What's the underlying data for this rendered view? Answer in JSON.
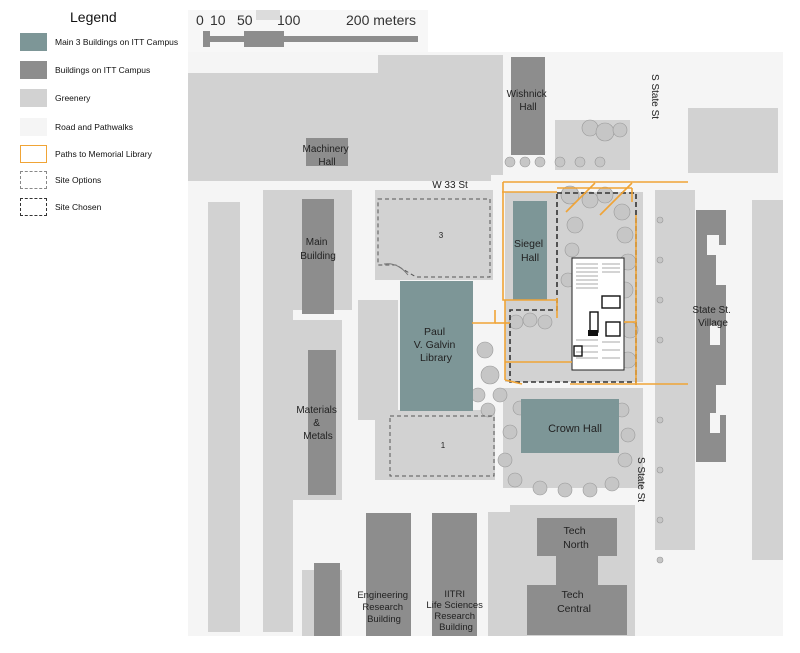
{
  "legend": {
    "title": "Legend",
    "items": [
      {
        "label": "Main 3 Buildings on ITT Campus",
        "swatch": "main"
      },
      {
        "label": "Buildings on ITT Campus",
        "swatch": "building"
      },
      {
        "label": "Greenery",
        "swatch": "greenery"
      },
      {
        "label": "Road and Pathwalks",
        "swatch": "road"
      },
      {
        "label": "Paths to Memorial Library",
        "swatch": "path"
      },
      {
        "label": "Site Options",
        "swatch": "site-options"
      },
      {
        "label": "Site Chosen",
        "swatch": "site-chosen"
      }
    ]
  },
  "scale": {
    "ticks": [
      "0",
      "10",
      "50",
      "100",
      "200 meters"
    ]
  },
  "colors": {
    "main": "#7d9697",
    "building": "#8d8d8d",
    "greenery": "#d2d2d2",
    "road": "#f5f5f5",
    "path": "#f0a436",
    "page": "#ffffff"
  },
  "labels": {
    "wishnick": [
      "Wishnick",
      "Hall"
    ],
    "machinery": [
      "Machinery",
      "Hall"
    ],
    "main_building": [
      "Main",
      "Building"
    ],
    "materials": [
      "Materials",
      "&",
      "Metals"
    ],
    "galvin": [
      "Paul",
      "V. Galvin",
      "Library"
    ],
    "siegel": [
      "Siegel",
      "Hall"
    ],
    "crown": "Crown Hall",
    "state_village": [
      "State St.",
      "Village"
    ],
    "tech_north": [
      "Tech",
      "North"
    ],
    "tech_central": [
      "Tech",
      "Central"
    ],
    "engineering": [
      "Engineering",
      "Research",
      "Building"
    ],
    "iitri": [
      "IITRI",
      "Life Sciences",
      "Research",
      "Building"
    ],
    "w33": "W 33 St",
    "state_st_top": "S State St",
    "state_st_bottom": "S State St",
    "site3": "3",
    "site1": "1"
  }
}
